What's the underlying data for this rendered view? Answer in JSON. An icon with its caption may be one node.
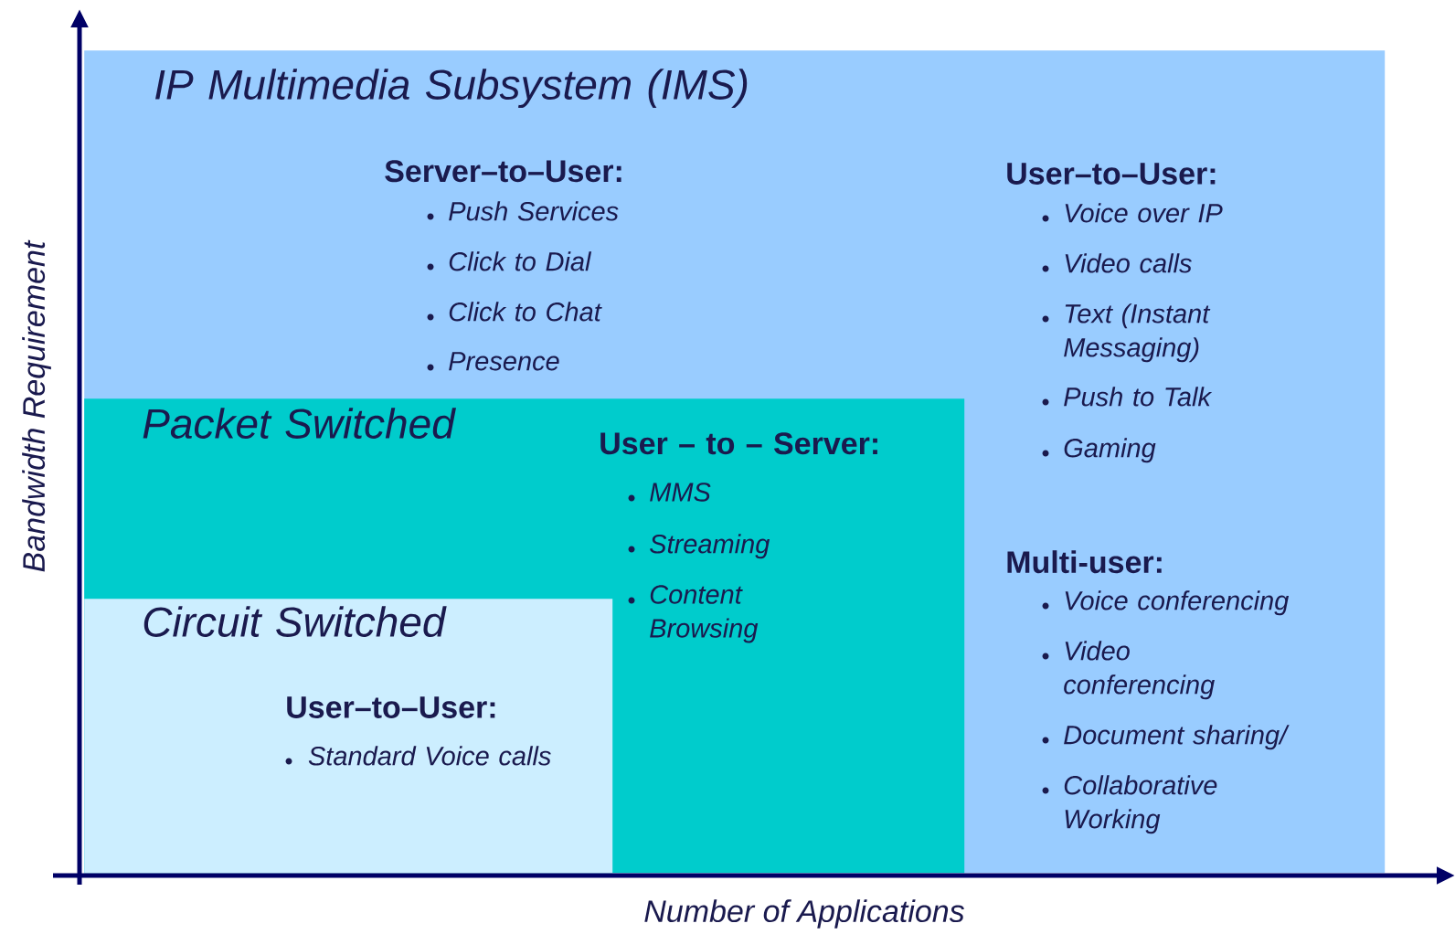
{
  "diagram": {
    "nodes": [
      {
        "text": [
          "IP Multimedia Subsystem (IMS)",
          "Server–to–User:",
          "Push Services",
          "Click to Dial",
          "Click to Chat",
          "Presence",
          "User–to–User:",
          "Voice over IP",
          "Video calls",
          "Text (Instant Messaging)",
          "Push to Talk",
          "Gaming",
          "Multi-user:",
          "Voice conferencing",
          "Video conferencing",
          "Document sharing/",
          "Collaborative Working"
        ]
      },
      {
        "text": [
          "Packet Switched",
          "User – to – Server:",
          "MMS",
          "Streaming",
          "Content Browsing"
        ],
        "in": 0
      },
      {
        "text": [
          "Circuit Switched",
          "User–to–User:",
          "Standard Voice calls"
        ],
        "in": 1
      }
    ],
    "labels": [
      "Bandwidth Requirement",
      "Number of Applications"
    ]
  }
}
